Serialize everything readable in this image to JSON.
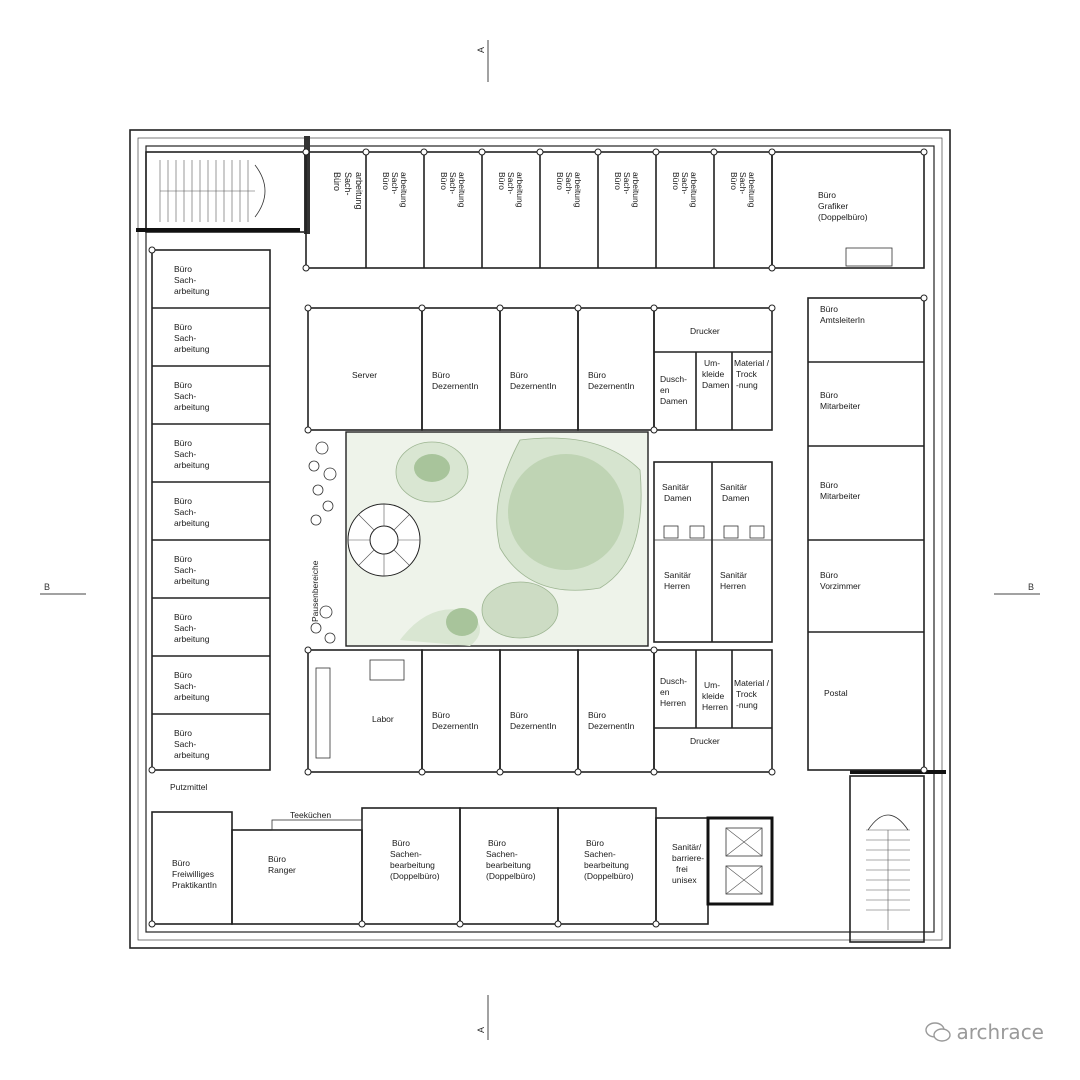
{
  "section_marks": {
    "a": "A",
    "b": "B"
  },
  "rooms": {
    "top_sach_rotated": "Büro Sach-arbeitung",
    "top_sach_small": "Büro Sach-arbeitung",
    "grafiker": [
      "Büro",
      "Grafiker",
      "(Doppelbüro)"
    ],
    "left_sach": [
      "Büro",
      "Sach-",
      "arbeitung"
    ],
    "server": "Server",
    "dezernentin": [
      "Büro",
      "DezernentIn"
    ],
    "drucker": "Drucker",
    "umkleide": [
      "Um-",
      "kleide",
      "Damen"
    ],
    "material": [
      "Material /",
      "Trock",
      "-nung"
    ],
    "duschen_damen": [
      "Dusch-",
      "en",
      "Damen"
    ],
    "amtsleiterin": [
      "Büro",
      "AmtsleiterIn"
    ],
    "mitarbeiter": [
      "Büro",
      "Mitarbeiter"
    ],
    "sanitaer_damen": [
      "Sanitär",
      "Damen"
    ],
    "sanitaer_herren": [
      "Sanitär",
      "Herren"
    ],
    "vorzimmer": [
      "Büro",
      "Vorzimmer"
    ],
    "pausenbereiche": "Pausenbereiche",
    "labor": "Labor",
    "duschen_herren": [
      "Dusch-",
      "en",
      "Herren"
    ],
    "umkleide_herren": [
      "Um-",
      "kleide",
      "Herren"
    ],
    "postal": "Postal",
    "putzmittel": "Putzmittel",
    "teekuechen": "Teeküchen",
    "freiwilliges": [
      "Büro",
      "Freiwilliges",
      "PraktikantIn"
    ],
    "ranger": [
      "Büro",
      "Ranger"
    ],
    "sachenbearbeitung": [
      "Büro",
      "Sachen-",
      "bearbeitung",
      "(Doppelbüro)"
    ],
    "sanitaer_unisex": [
      "Sanitär/",
      "barriere-",
      "frei",
      "unisex"
    ]
  },
  "watermark": {
    "text": "archrace",
    "icon": "wechat-icon"
  }
}
